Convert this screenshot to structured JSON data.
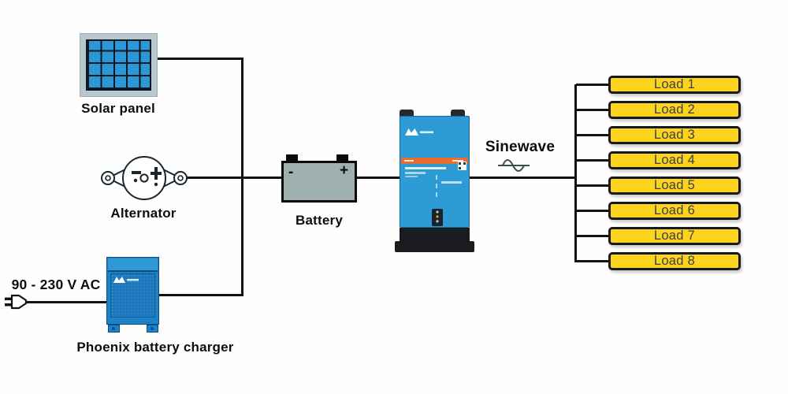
{
  "components": {
    "solar_panel": {
      "label": "Solar panel"
    },
    "alternator": {
      "label": "Alternator"
    },
    "battery": {
      "label": "Battery",
      "negative_terminal": "-",
      "positive_terminal": "+"
    },
    "charger": {
      "label": "Phoenix battery charger"
    },
    "ac_input": {
      "label": "90 - 230 V AC"
    },
    "sinewave": {
      "label": "Sinewave"
    }
  },
  "loads": [
    {
      "label": "Load 1"
    },
    {
      "label": "Load 2"
    },
    {
      "label": "Load 3"
    },
    {
      "label": "Load 4"
    },
    {
      "label": "Load 5"
    },
    {
      "label": "Load 6"
    },
    {
      "label": "Load 7"
    },
    {
      "label": "Load 8"
    }
  ],
  "colors": {
    "victron_blue": "#2d9bd5",
    "charger_blue": "#1e82c8",
    "load_yellow": "#fdd31d",
    "accent_orange": "#e96b2e",
    "battery_gray": "#9eb1af",
    "wire_black": "#121212"
  }
}
